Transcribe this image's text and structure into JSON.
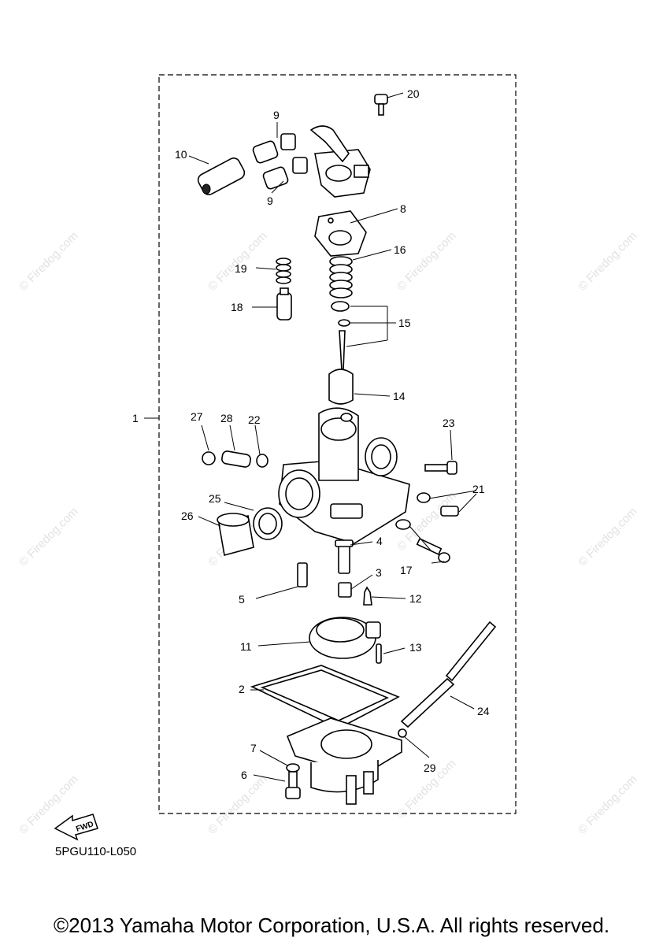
{
  "callouts": {
    "c1": "1",
    "c2": "2",
    "c3": "3",
    "c4": "4",
    "c5": "5",
    "c6": "6",
    "c7": "7",
    "c8": "8",
    "c9": "9",
    "c10": "10",
    "c11": "11",
    "c12": "12",
    "c13": "13",
    "c14": "14",
    "c15": "15",
    "c16": "16",
    "c17": "17",
    "c18": "18",
    "c19": "19",
    "c20": "20",
    "c21": "21",
    "c22": "22",
    "c23": "23",
    "c24": "24",
    "c25": "25",
    "c26": "26",
    "c27": "27",
    "c28": "28",
    "c29": "29"
  },
  "fwd_label": "FWD",
  "diagram_code": "5PGU110-L050",
  "watermark": "© Firedog.com",
  "copyright": "©2013 Yamaha Motor Corporation, U.S.A. All rights reserved."
}
